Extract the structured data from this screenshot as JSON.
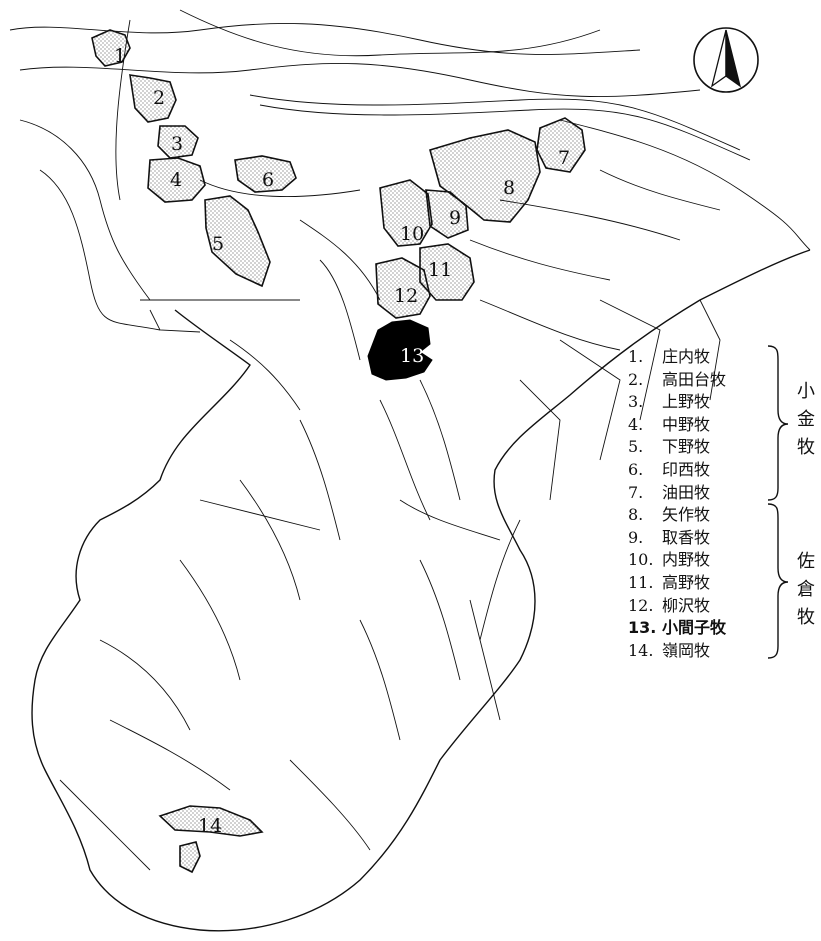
{
  "map": {
    "region_labels": [
      {
        "id": "1",
        "text": "1"
      },
      {
        "id": "2",
        "text": "2"
      },
      {
        "id": "3",
        "text": "3"
      },
      {
        "id": "4",
        "text": "4"
      },
      {
        "id": "5",
        "text": "5"
      },
      {
        "id": "6",
        "text": "6"
      },
      {
        "id": "7",
        "text": "7"
      },
      {
        "id": "8",
        "text": "8"
      },
      {
        "id": "9",
        "text": "9"
      },
      {
        "id": "10",
        "text": "10"
      },
      {
        "id": "11",
        "text": "11"
      },
      {
        "id": "12",
        "text": "12"
      },
      {
        "id": "13",
        "text": "13"
      },
      {
        "id": "14",
        "text": "14"
      }
    ],
    "highlight_region": "13",
    "colors": {
      "line": "#111111",
      "highlight_fill": "#000000",
      "stipple": "#222222",
      "background": "#ffffff"
    },
    "icons": {
      "north_arrow": "north-arrow-icon"
    }
  },
  "legend": {
    "items": [
      {
        "num": "1.",
        "name": "庄内牧"
      },
      {
        "num": "2.",
        "name": "高田台牧"
      },
      {
        "num": "3.",
        "name": "上野牧"
      },
      {
        "num": "4.",
        "name": "中野牧"
      },
      {
        "num": "5.",
        "name": "下野牧"
      },
      {
        "num": "6.",
        "name": "印西牧"
      },
      {
        "num": "7.",
        "name": "油田牧"
      },
      {
        "num": "8.",
        "name": "矢作牧"
      },
      {
        "num": "9.",
        "name": "取香牧"
      },
      {
        "num": "10.",
        "name": "内野牧"
      },
      {
        "num": "11.",
        "name": "高野牧"
      },
      {
        "num": "12.",
        "name": "柳沢牧"
      },
      {
        "num": "13.",
        "name": "小間子牧",
        "highlight": true
      },
      {
        "num": "14.",
        "name": "嶺岡牧"
      }
    ],
    "groups": [
      {
        "chars": [
          "小",
          "金",
          "牧"
        ]
      },
      {
        "chars": [
          "佐",
          "倉",
          "牧"
        ]
      }
    ]
  }
}
